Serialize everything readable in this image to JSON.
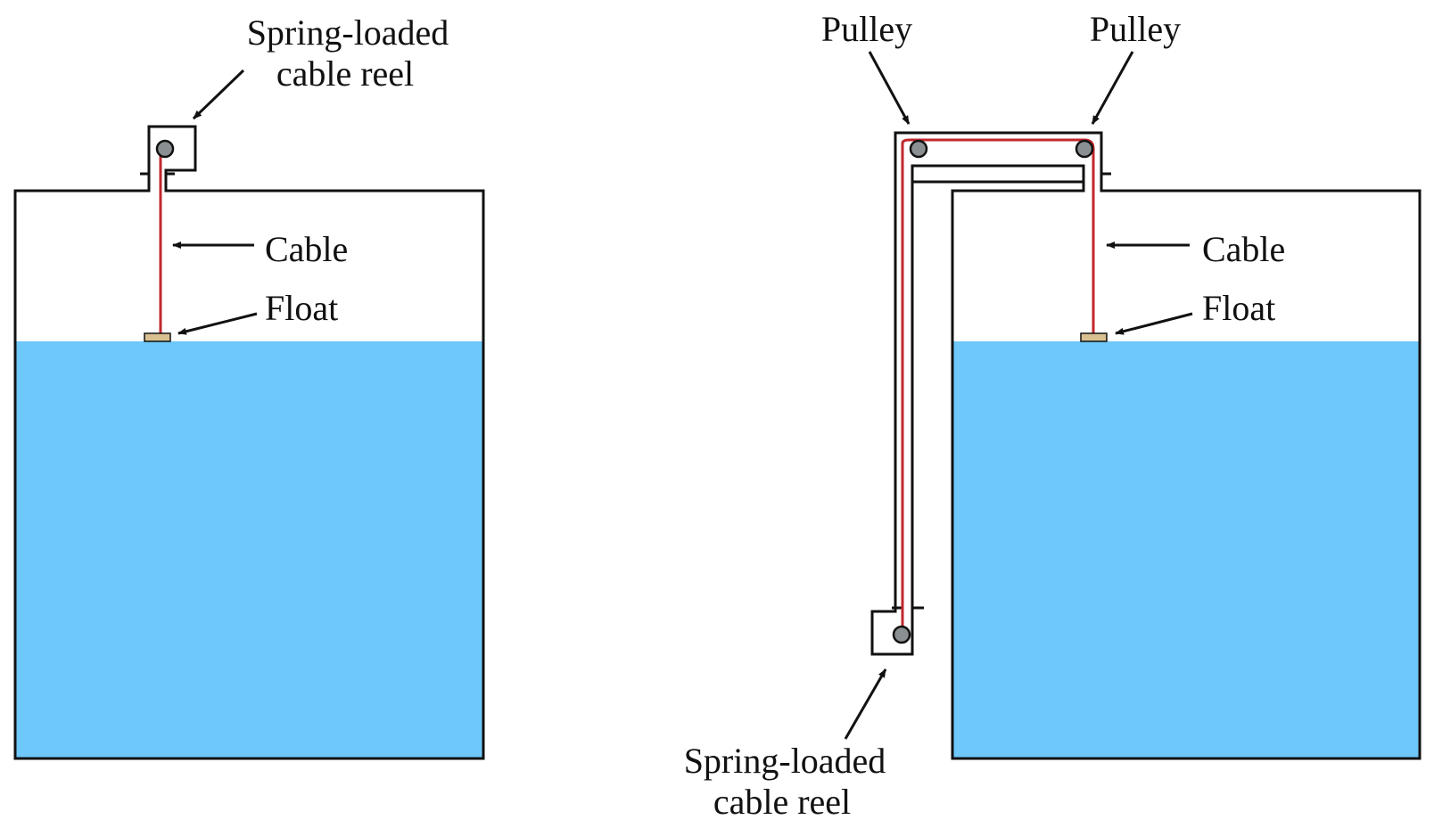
{
  "colors": {
    "water": "#6ec8fa",
    "cable": "#c0282c",
    "float": "#d8c090",
    "pulley": "#8a8f91",
    "outline": "#111111"
  },
  "left_panel": {
    "reel_label_line1": "Spring-loaded",
    "reel_label_line2": "cable reel",
    "cable_label": "Cable",
    "float_label": "Float"
  },
  "right_panel": {
    "pulley_left_label": "Pulley",
    "pulley_right_label": "Pulley",
    "cable_label": "Cable",
    "float_label": "Float",
    "reel_label_line1": "Spring-loaded",
    "reel_label_line2": "cable reel"
  }
}
